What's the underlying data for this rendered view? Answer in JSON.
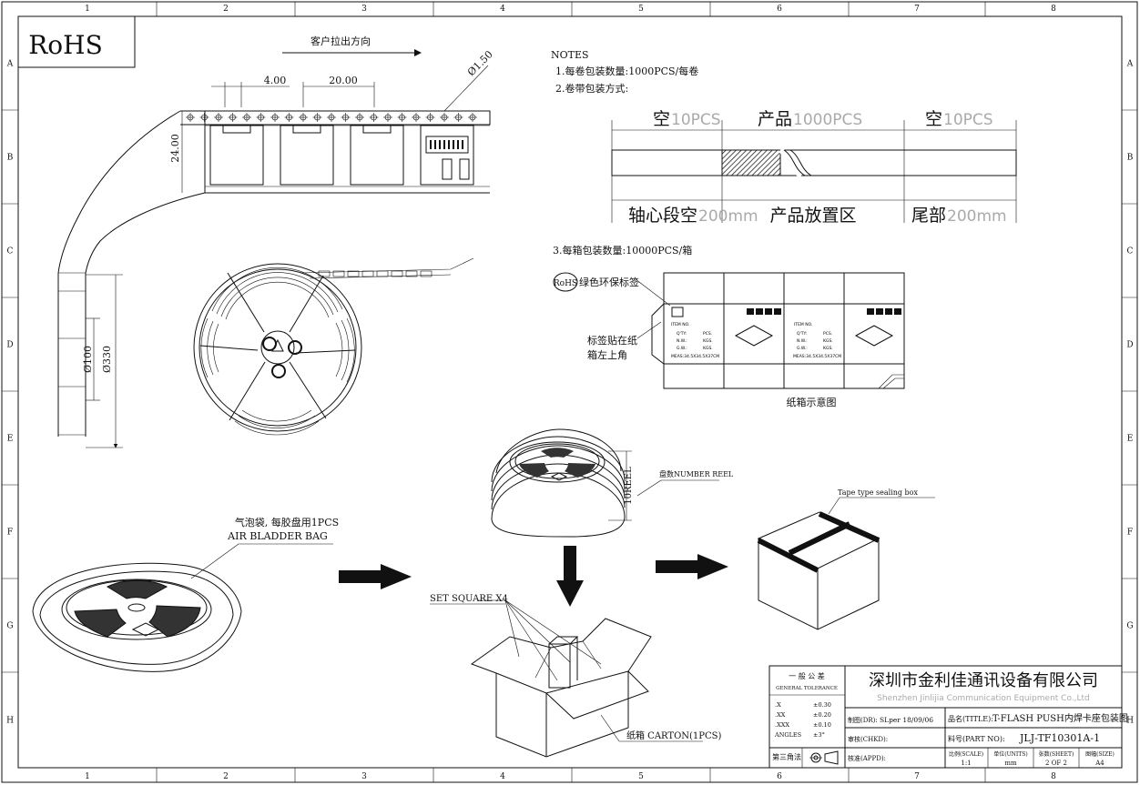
{
  "frame": {
    "columns": [
      "1",
      "2",
      "3",
      "4",
      "5",
      "6",
      "7",
      "8"
    ],
    "rows": [
      "A",
      "B",
      "C",
      "D",
      "E",
      "F",
      "G",
      "H"
    ]
  },
  "rohs_logo": "RoHS",
  "tape": {
    "pull_direction": "客户拉出方向",
    "pitch": "4.00",
    "pocket_pitch": "20.00",
    "hole_dia": "Ø1.50",
    "width": "24.00"
  },
  "reel": {
    "hub_dia": "Ø100",
    "reel_dia": "Ø330"
  },
  "notes": {
    "title": "NOTES",
    "n1": "1.每卷包装数量:1000PCS/每卷",
    "n2": "2.卷带包装方式:",
    "n3": "3.每箱包装数量:10000PCS/箱"
  },
  "tape_layout": {
    "empty_lead_a": "空",
    "empty_lead_b": "10PCS",
    "product_a": "产品",
    "product_b": "1000PCS",
    "empty_tail_a": "空",
    "empty_tail_b": "10PCS",
    "hub_section_a": "轴心段空",
    "hub_section_b": "200mm",
    "product_zone": "产品放置区",
    "tail_a": "尾部",
    "tail_b": "200mm"
  },
  "carton_label": {
    "badge": "RoHS",
    "eco_label": "绿色环保标签",
    "label_pos_1": "标签贴在纸",
    "label_pos_2": "箱左上角",
    "caption": "纸箱示意图",
    "item_no": "ITEM NO.",
    "qty": "Q'TY:",
    "pcs": "PCS.",
    "nw": "N.W.:",
    "gw": "G.W.:",
    "kgs": "KGS.",
    "meas": "MEAS:34.5X34.5X37CM"
  },
  "steps": {
    "bubble_bag_cn": "气泡袋, 每胶盘用1PCS",
    "bubble_bag_en": "AIR BLADDER BAG",
    "reel_count_label": "盘数NUMBER REEL",
    "reel_stack_dim": "10REEL",
    "set_square": "SET SQUARE X4",
    "carton": "纸箱 CARTON(1PCS)",
    "sealing_box": "Tape type sealing box"
  },
  "title_block": {
    "tol_cn": "一 般 公 差",
    "tol_en": "GENERAL TOLERANCE",
    "tol_rows": [
      {
        "k": ".X",
        "v": "±0.30"
      },
      {
        "k": ".XX",
        "v": "±0.20"
      },
      {
        "k": ".XXX",
        "v": "±0.10"
      },
      {
        "k": "ANGLES",
        "v": "±3°"
      }
    ],
    "projection": "第三角法",
    "company_cn": "深圳市金利佳通讯设备有限公司",
    "company_en": "Shenzhen Jinlijia Communication Equipment Co.,Ltd",
    "drawn_label": "制图(DR):",
    "drawn_value": "SLper 18/09/06",
    "checked_label": "审核(CHKD):",
    "approved_label": "核准(APPD):",
    "title_label": "品名(TITLE):",
    "title_value": "T-FLASH PUSH内焊卡座包装图",
    "part_label": "料号(PART NO):",
    "part_value": "JLJ-TF10301A-1",
    "scale_label": "比例(SCALE)",
    "scale_value": "1:1",
    "units_label": "单位(UNITS)",
    "units_value": "mm",
    "sheet_label": "张数(SHEET)",
    "sheet_value": "2 OF 2",
    "size_label": "图幅(SIZE)",
    "size_value": "A4"
  }
}
